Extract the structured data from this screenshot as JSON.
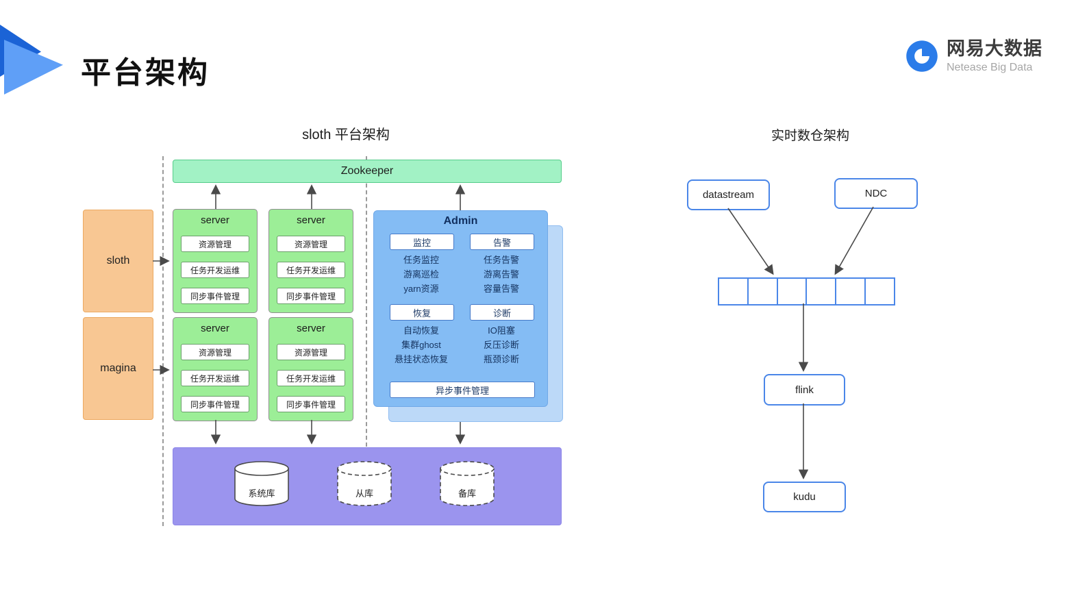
{
  "header": {
    "page_title": "平台架构",
    "brand_cn": "网易大数据",
    "brand_en": "Netease Big Data"
  },
  "sloth": {
    "title": "sloth 平台架构",
    "zookeeper_label": "Zookeeper",
    "clients": [
      {
        "label": "sloth"
      },
      {
        "label": "magina"
      }
    ],
    "server": {
      "title": "server",
      "items": [
        "资源管理",
        "任务开发运维",
        "同步事件管理"
      ]
    },
    "admin": {
      "title": "Admin",
      "monitor_label": "监控",
      "monitor_items": [
        "任务监控",
        "游离巡检",
        "yarn资源"
      ],
      "alert_label": "告警",
      "alert_items": [
        "任务告警",
        "游离告警",
        "容量告警"
      ],
      "recovery_label": "恢复",
      "recovery_items": [
        "自动恢复",
        "集群ghost",
        "悬挂状态恢复"
      ],
      "diagnosis_label": "诊断",
      "diagnosis_items": [
        "IO阻塞",
        "反压诊断",
        "瓶颈诊断"
      ],
      "footer_label": "异步事件管理"
    },
    "databases": [
      {
        "label": "系统库",
        "border": "solid"
      },
      {
        "label": "从库",
        "border": "dashed"
      },
      {
        "label": "备库",
        "border": "dashed"
      }
    ]
  },
  "realtime": {
    "title": "实时数仓架构",
    "sources": [
      {
        "label": "datastream"
      },
      {
        "label": "NDC"
      }
    ],
    "queue_cells": 6,
    "nodes": [
      {
        "label": "flink"
      },
      {
        "label": "kudu"
      }
    ]
  },
  "colors": {
    "accent_blue": "#2b7ce9",
    "zookeeper_green": "#a2f2c5",
    "server_green": "#9cee97",
    "client_orange": "#f8c793",
    "admin_blue": "#84bcf4",
    "admin_blue_light": "#bcd9f8",
    "storage_purple": "#9b94ee",
    "outline_blue": "#4a86e8"
  }
}
